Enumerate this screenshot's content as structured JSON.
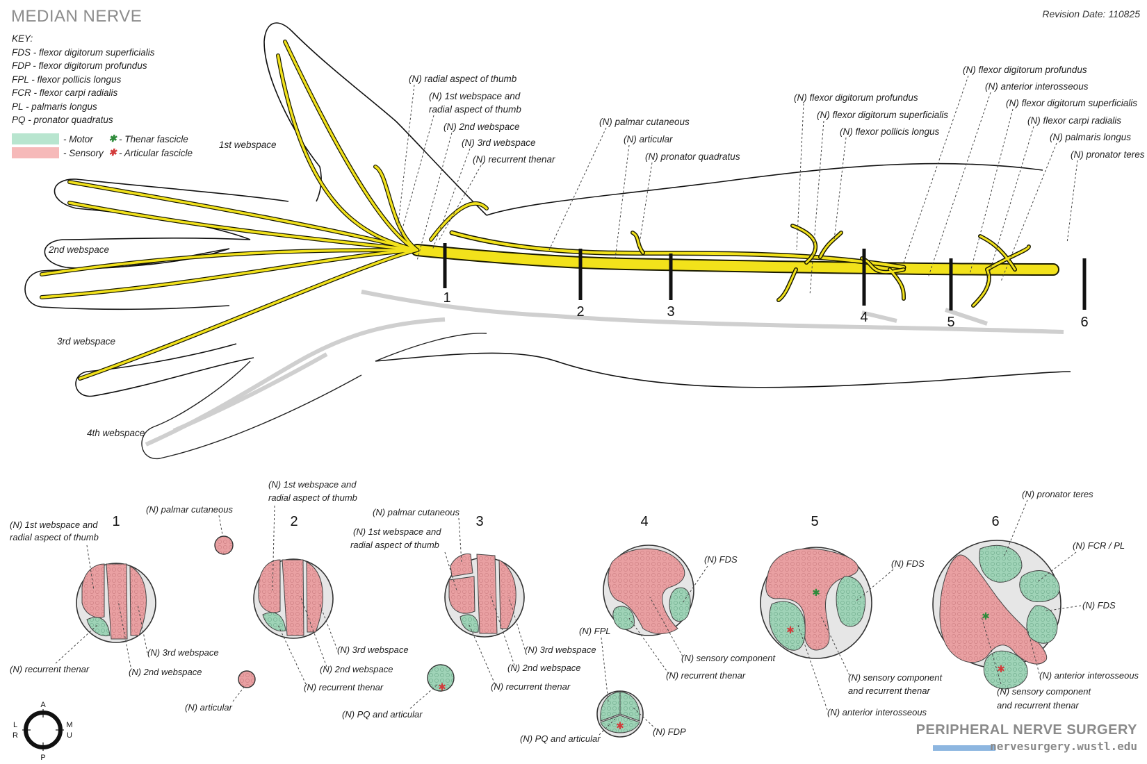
{
  "title": "MEDIAN NERVE",
  "revision": "Revision Date: 110825",
  "key": {
    "heading": "KEY:",
    "items": [
      "FDS - flexor digitorum superficialis",
      "FDP - flexor digitorum profundus",
      "FPL - flexor pollicis longus",
      "FCR - flexor carpi radialis",
      "PL - palmaris longus",
      "PQ - pronator quadratus"
    ]
  },
  "legend": {
    "motor": "- Motor",
    "sensory": "- Sensory",
    "thenar": "- Thenar fascicle",
    "articular": "- Articular fascicle",
    "motor_color": "#b8e5cf",
    "sensory_color": "#f6b9b9",
    "thenar_star_color": "#2e8b3a",
    "articular_star_color": "#d23a3a"
  },
  "hand_labels": {
    "web1": "1st webspace",
    "web2": "2nd webspace",
    "web3": "3rd webspace",
    "web4": "4th webspace"
  },
  "branch_labels": [
    "(N) radial aspect of thumb",
    "(N) 1st webspace and",
    "radial aspect of thumb",
    "(N) 2nd webspace",
    "(N) 3rd webspace",
    "(N) recurrent thenar",
    "(N) palmar cutaneous",
    "(N) articular",
    "(N) pronator quadratus",
    "(N) flexor digitorum profundus",
    "(N) flexor digitorum superficialis",
    "(N) flexor pollicis longus",
    "(N) flexor digitorum profundus",
    "(N) anterior interosseous",
    "(N) flexor digitorum superficialis",
    "(N) flexor carpi radialis",
    "(N) palmaris longus",
    "(N) pronator teres"
  ],
  "levels": [
    "1",
    "2",
    "3",
    "4",
    "5",
    "6"
  ],
  "sections": {
    "s1": [
      "(N) 1st webspace and",
      "radial aspect of thumb",
      "(N) recurrent thenar",
      "(N) 3rd webspace",
      "(N) 2nd webspace",
      "(N) palmar cutaneous",
      "(N) articular"
    ],
    "s2": [
      "(N) 1st webspace and",
      "radial aspect of thumb",
      "(N) 3rd webspace",
      "(N) 2nd webspace",
      "(N) recurrent thenar"
    ],
    "s3": [
      "(N) palmar cutaneous",
      "(N) 1st webspace and",
      "radial aspect of thumb",
      "(N) 3rd webspace",
      "(N) 2nd webspace",
      "(N) recurrent thenar",
      "(N) PQ and articular"
    ],
    "s4": [
      "(N) FDS",
      "(N) sensory component",
      "(N) recurrent thenar",
      "(N) FPL",
      "(N) PQ and articular",
      "(N) FDP"
    ],
    "s5": [
      "(N) FDS",
      "(N) sensory component",
      "and recurrent thenar",
      "(N) anterior interosseous"
    ],
    "s6": [
      "(N) pronator teres",
      "(N) FCR / PL",
      "(N) FDS",
      "(N) anterior interosseous",
      "(N) sensory component",
      "and recurrent thenar"
    ]
  },
  "compass": {
    "a": "A",
    "p": "P",
    "l": "L",
    "r": "R",
    "m": "M",
    "u": "U"
  },
  "footer": {
    "title": "PERIPHERAL NERVE SURGERY",
    "url": "nervesurgery.wustl.edu"
  }
}
